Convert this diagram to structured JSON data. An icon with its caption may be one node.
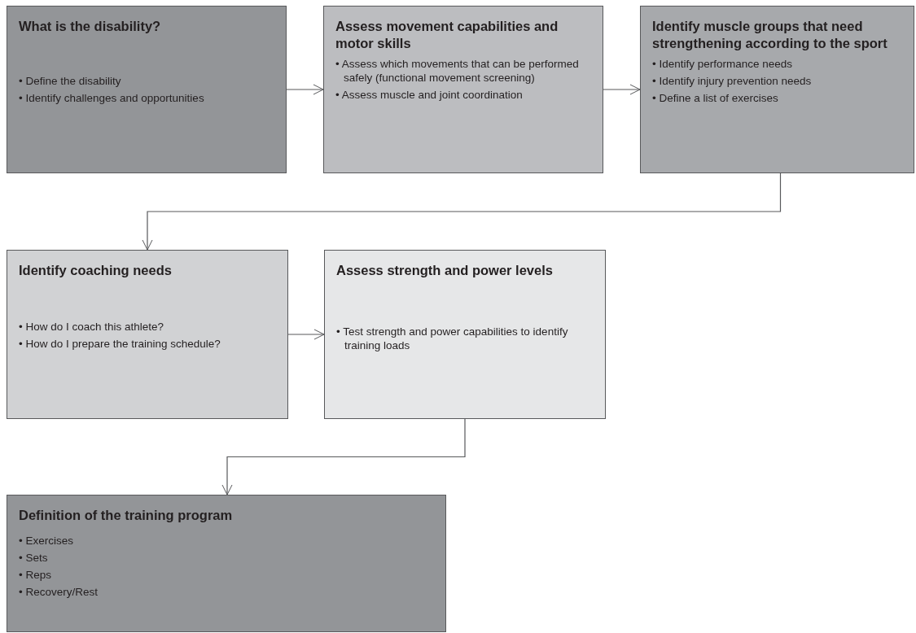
{
  "diagram": {
    "nodes": [
      {
        "text": [
          "What is the disability?",
          "• Define the disability",
          "• Identify challenges and opportunities"
        ]
      },
      {
        "text": [
          "Assess movement capabilities and motor skills",
          "• Assess which movements that can be performed safely (functional movement screening)",
          "• Assess muscle and joint coordination"
        ]
      },
      {
        "text": [
          "Identify muscle groups that need strengthening according to the sport",
          "• Identify performance needs",
          "• Identify injury prevention needs",
          "• Define a list of exercises"
        ]
      },
      {
        "text": [
          "Identify coaching needs",
          "• How do I coach this athlete?",
          "• How do I prepare the training schedule?"
        ]
      },
      {
        "text": [
          "Assess strength and power levels",
          "• Test strength and power capabilities to identify training loads"
        ]
      },
      {
        "text": [
          "Definition of the training program",
          "• Exercises",
          "• Sets",
          "• Reps",
          "• Recovery/Rest"
        ]
      }
    ],
    "edges": [
      {
        "from": 0,
        "to": 1,
        "arrow": "to"
      },
      {
        "from": 1,
        "to": 2,
        "arrow": "to"
      },
      {
        "from": 2,
        "to": 3,
        "arrow": "to"
      },
      {
        "from": 3,
        "to": 4,
        "arrow": "to"
      },
      {
        "from": 4,
        "to": 5,
        "arrow": "to"
      }
    ]
  }
}
